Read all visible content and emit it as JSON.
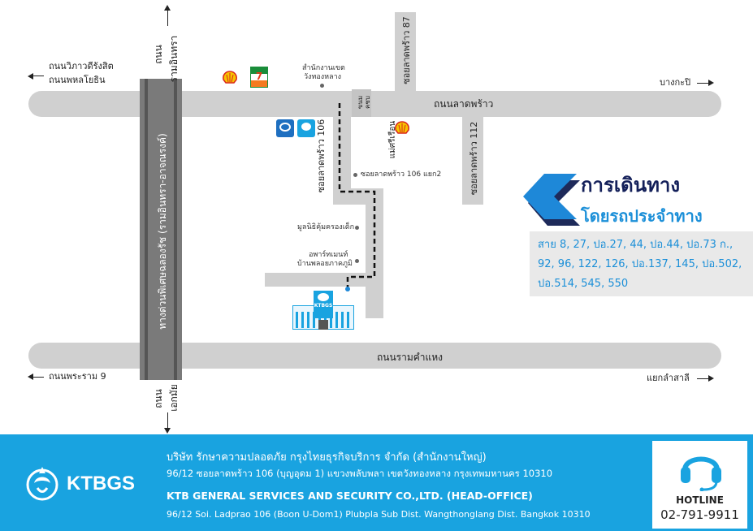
{
  "map": {
    "roads": {
      "ladprao": "ถนนลาดพร้าว",
      "ramkhamhaeng": "ถนนรามคำแหง",
      "expressway": "ทางด่วนพิเศษฉลองรัช (รามอินทรา-อาจณรงค์)",
      "soi87": "ซอยลาดพร้าว 87",
      "soi106": "ซอยลาดพร้าว 106",
      "soi112": "ซอยลาดพร้าว 112",
      "ram_intra_line1": "ถนน",
      "ram_intra_line2": "รามอินทรา",
      "ekkamai_line1": "ถนน",
      "ekkamai_line2": "เอกมัย",
      "mae_sri_ruen": "แม่ศรีเรือน",
      "kha_nom_line1": "ขนม",
      "kha_nom_line2": "คชบ"
    },
    "directions": {
      "vibhavadi_line1": "ถนนวิภาวดีรังสิต",
      "vibhavadi_line2": "ถนนพหลโยธิน",
      "bang_kapi": "บางกะปิ",
      "rama9": "ถนนพระราม 9",
      "lam_sali": "แยกลำสาลี"
    },
    "pois": {
      "district_office_line1": "สำนักงานเขต",
      "district_office_line2": "วังทองหลาง",
      "soi106_junction2": "ซอยลาดพร้าว 106 แยก2",
      "foundation": "มูลนิธิคุ้มครองเด็ก",
      "apartment_line1": "อพาร์ทเมนท์",
      "apartment_line2": "บ้านพลอยภาคภูมิ",
      "ktbgs_sign": "KTBGS"
    },
    "icons": [
      "shell-icon",
      "seven-eleven-icon",
      "krungthai-bank-icon",
      "bank-icon",
      "ktbgs-building-icon"
    ]
  },
  "route": {
    "heading_line1": "การเดินทาง",
    "heading_line2": "โดยรถประจำทาง",
    "buses_line1": "สาย 8, 27, ปอ.27, 44, ปอ.44, ปอ.73 ก.,",
    "buses_line2": "92, 96, 122, 126, ปอ.137, 145, ปอ.502,",
    "buses_line3": "ปอ.514, 545, 550"
  },
  "footer": {
    "logo_text": "KTBGS",
    "company_th": "บริษัท รักษาความปลอดภัย กรุงไทยธุรกิจบริการ จำกัด (สำนักงานใหญ่)",
    "address_th": "96/12 ซอยลาดพร้าว 106 (บุญอุดม 1) แขวงพลับพลา เขตวังทองหลาง กรุงเทพมหานคร 10310",
    "company_en": "KTB GENERAL SERVICES AND SECURITY CO.,LTD. (HEAD-OFFICE)",
    "address_en": "96/12 Soi. Ladprao 106 (Boon U-Dom1) Plubpla Sub Dist. Wangthonglang Dist. Bangkok 10310",
    "hotline_label": "HOTLINE",
    "hotline_number": "02-791-9911"
  },
  "colors": {
    "brand_blue": "#19a3e0",
    "road_gray": "#d0d0d0",
    "expressway_gray": "#7a7a7a",
    "chevron_blue": "#1e88d8",
    "route_text_blue": "#1b8fd8",
    "heading_navy": "#14205a"
  }
}
